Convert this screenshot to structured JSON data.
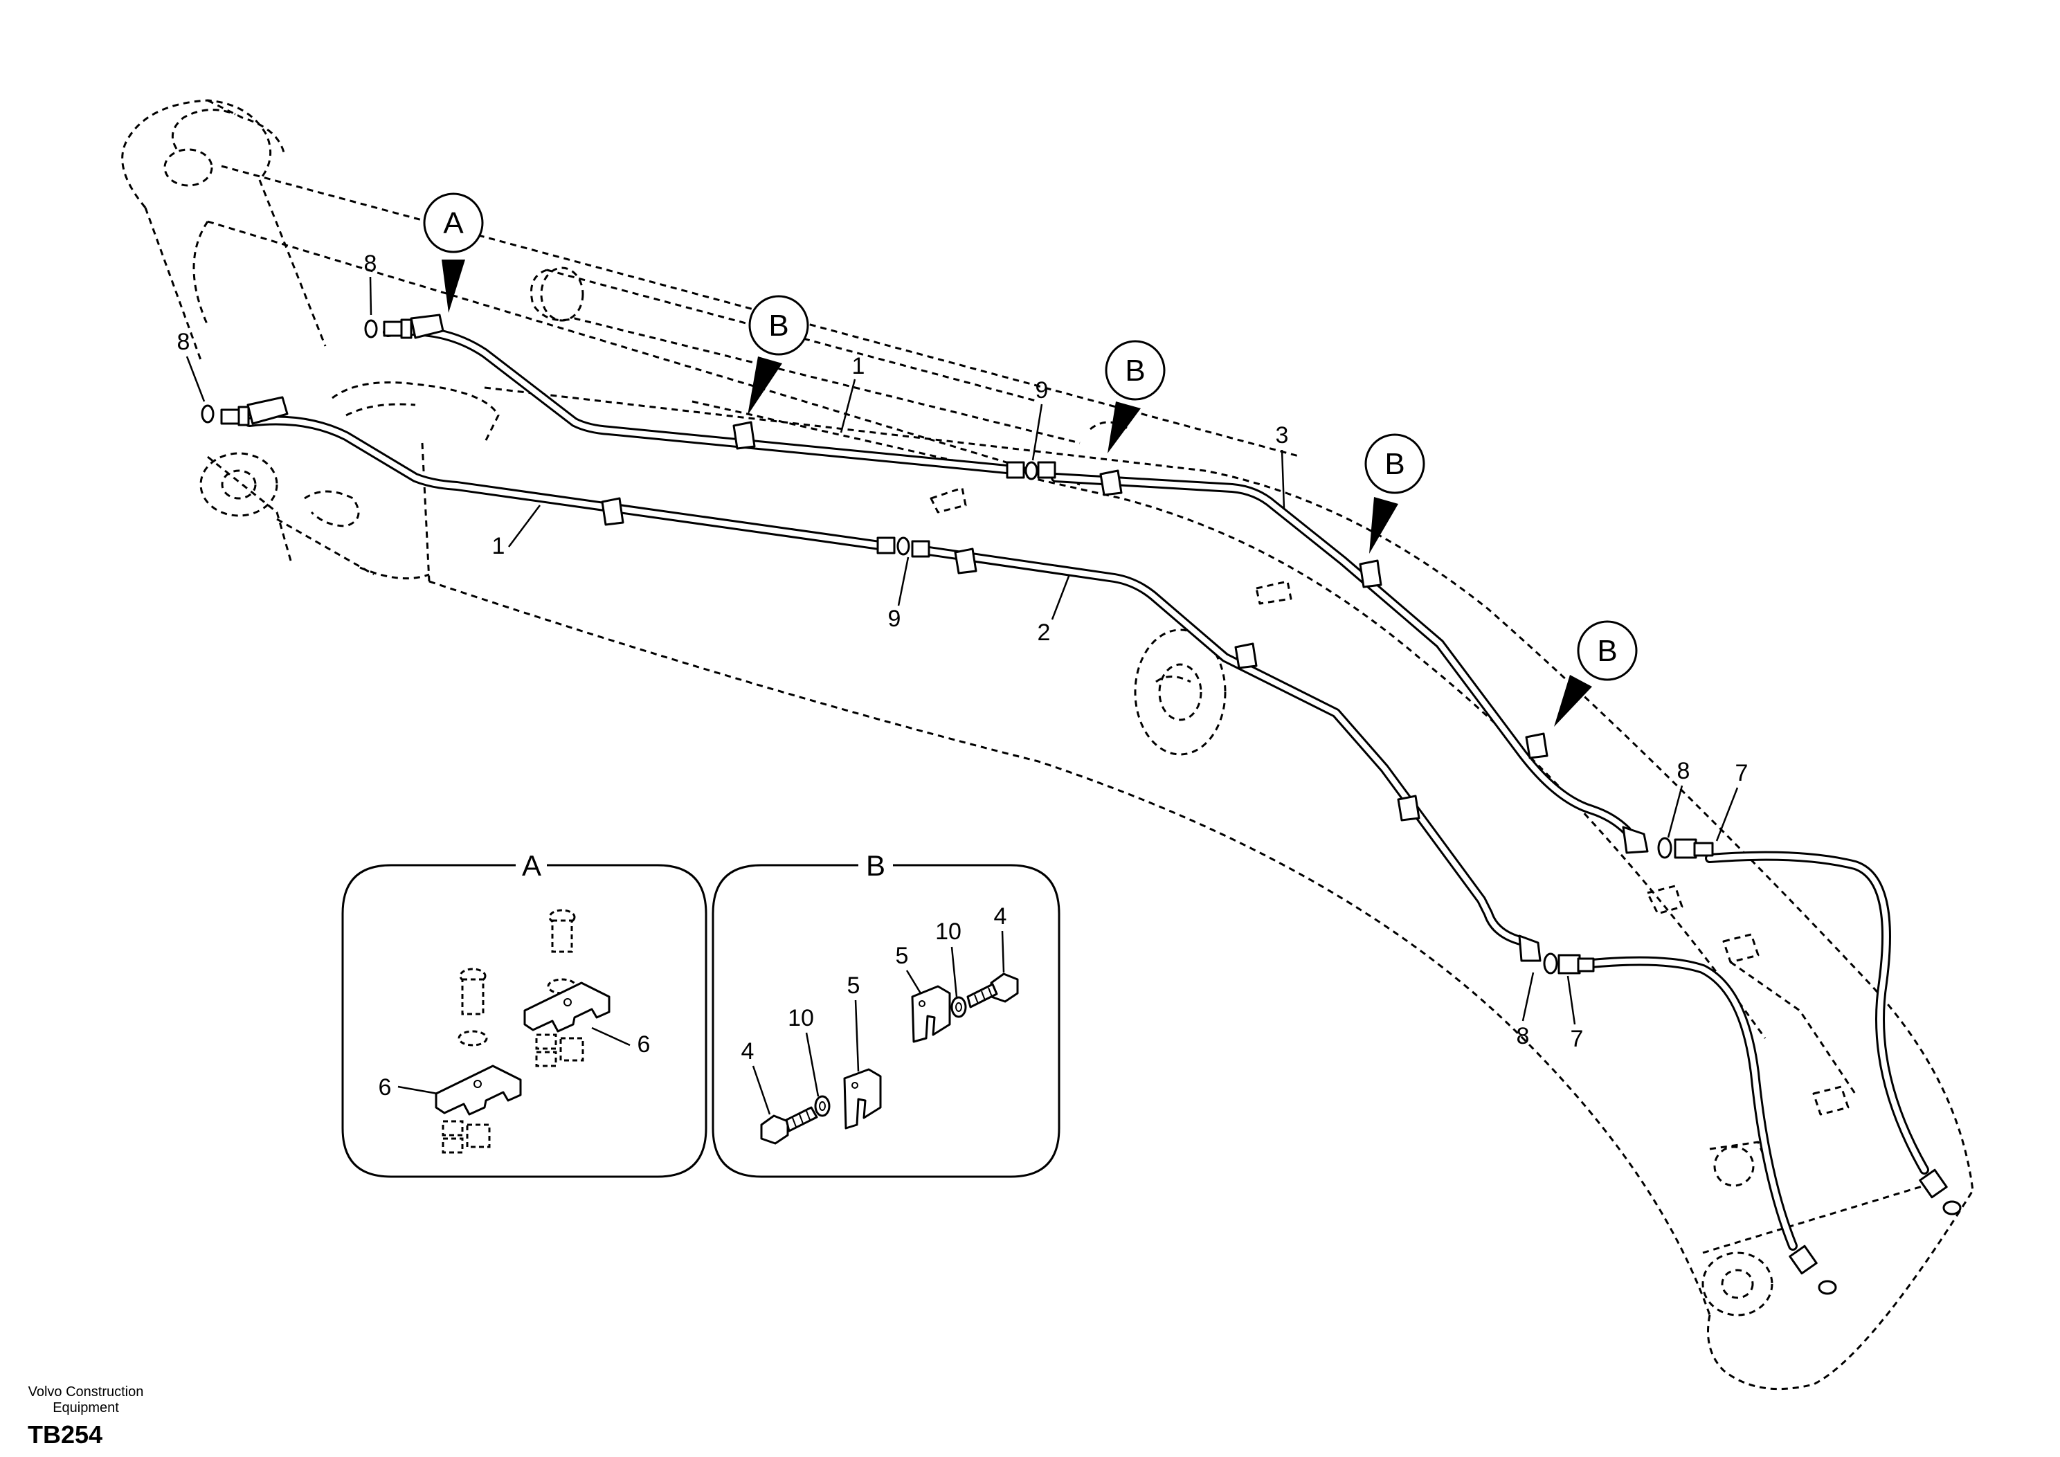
{
  "diagram": {
    "view_markers": [
      "A",
      "B"
    ],
    "detail_titles": {
      "a": "A",
      "b": "B"
    },
    "part_numbers": [
      "1",
      "2",
      "3",
      "4",
      "5",
      "6",
      "7",
      "8",
      "9",
      "10"
    ]
  },
  "footer": {
    "company_line1": "Volvo Construction",
    "company_line2": "Equipment",
    "code": "TB254"
  }
}
